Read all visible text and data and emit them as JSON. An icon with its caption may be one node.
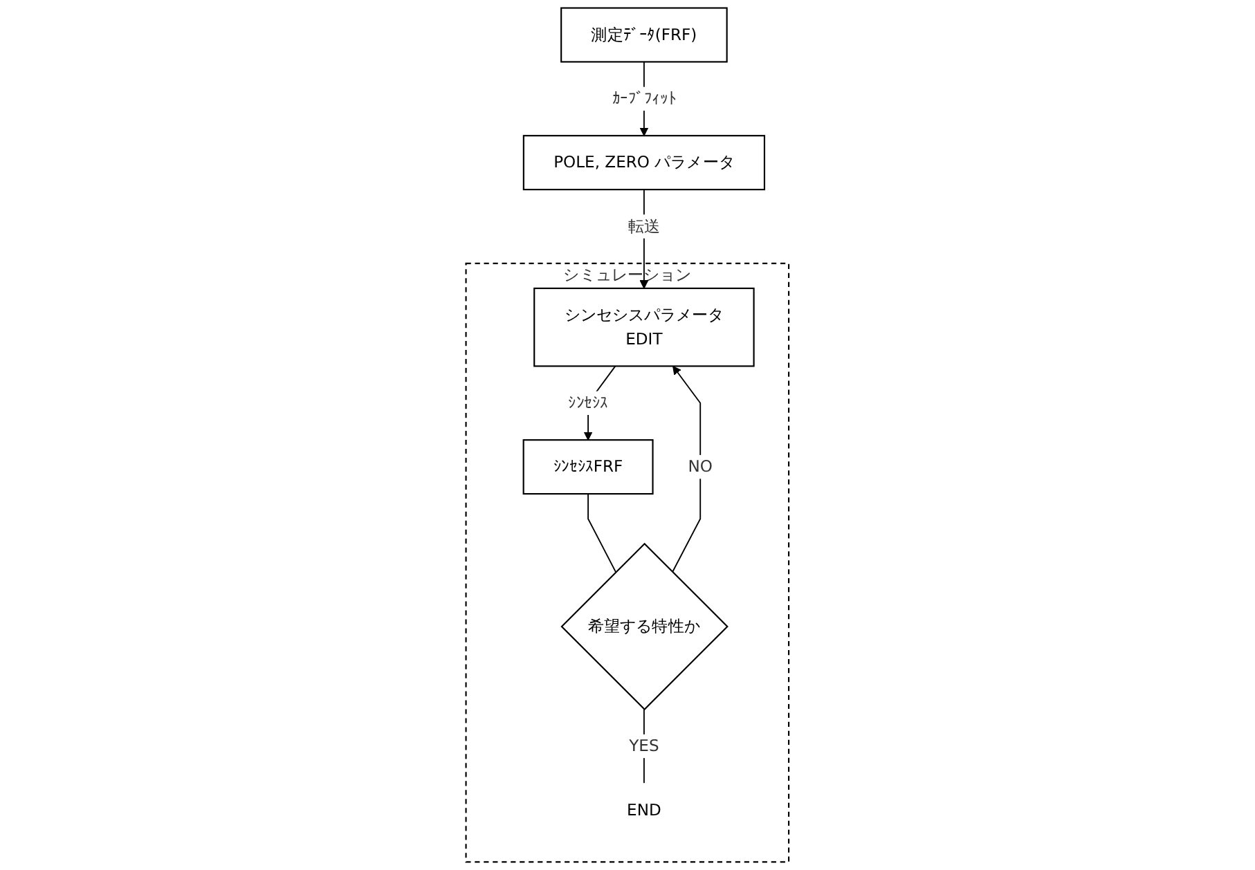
{
  "diagram": {
    "nodes": [
      {
        "text": [
          "測定ﾃﾞｰﾀ(FRF)"
        ]
      },
      {
        "text": [
          "POLE, ZERO パラメータ"
        ]
      },
      {
        "text": [
          "シミュレーション"
        ]
      },
      {
        "text": [
          "シンセシスパラメータ",
          "EDIT"
        ],
        "in": 2
      },
      {
        "text": [
          "ｼﾝｾｼｽFRF"
        ],
        "in": 2
      },
      {
        "text": [
          "希望する特性か"
        ],
        "in": 2
      },
      {
        "text": [
          "END"
        ],
        "in": 2
      }
    ],
    "edges": [
      {
        "from": 0,
        "to": 1,
        "arrow": "to",
        "label": "ｶｰﾌﾞﾌｨｯﾄ"
      },
      {
        "from": 1,
        "to": 3,
        "arrow": "to",
        "label": "転送"
      },
      {
        "from": 3,
        "to": 4,
        "arrow": "to",
        "label": "ｼﾝｾｼｽ"
      },
      {
        "from": 4,
        "to": 5,
        "arrow": "none"
      },
      {
        "from": 5,
        "to": 3,
        "arrow": "to",
        "label": "NO"
      },
      {
        "from": 5,
        "to": 6,
        "arrow": "none",
        "label": "YES"
      }
    ]
  }
}
